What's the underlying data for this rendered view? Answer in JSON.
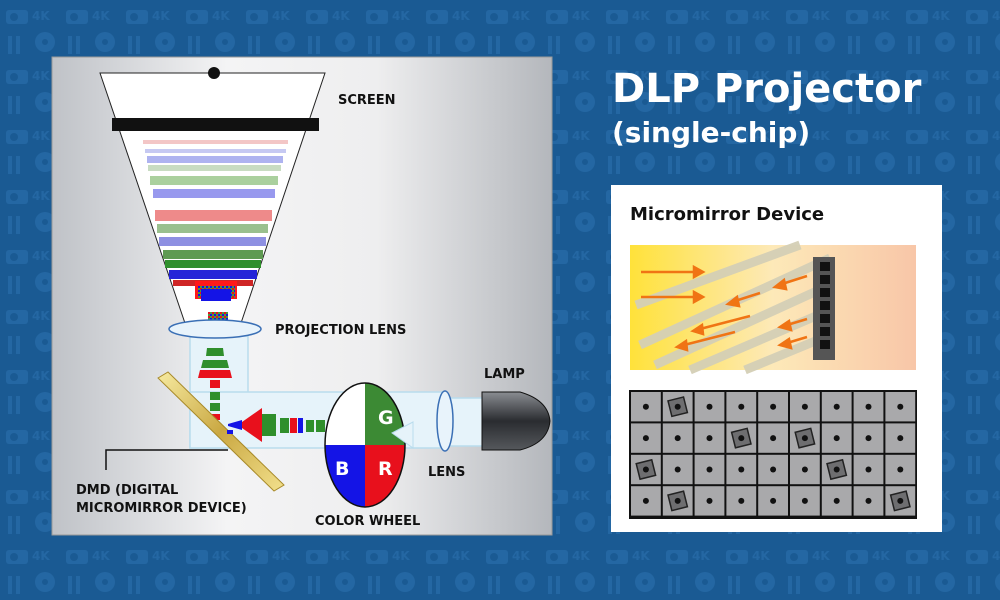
{
  "title": "DLP Projector",
  "subtitle": "(single-chip)",
  "labels": {
    "screen": "SCREEN",
    "projection_lens": "PROJECTION LENS",
    "lamp": "LAMP",
    "lens": "LENS",
    "dmd_line1": "DMD (DIGITAL",
    "dmd_line2": "MICROMIRROR DEVICE)",
    "color_wheel": "COLOR WHEEL"
  },
  "color_wheel": {
    "segments": [
      "G",
      "B",
      "R"
    ]
  },
  "micromirror": {
    "title": "Micromirror Device"
  },
  "colors": {
    "background": "#1a5a93",
    "red": "#e8101c",
    "green": "#3a8a2e",
    "blue": "#1414e6",
    "arrow": "#f07414"
  }
}
